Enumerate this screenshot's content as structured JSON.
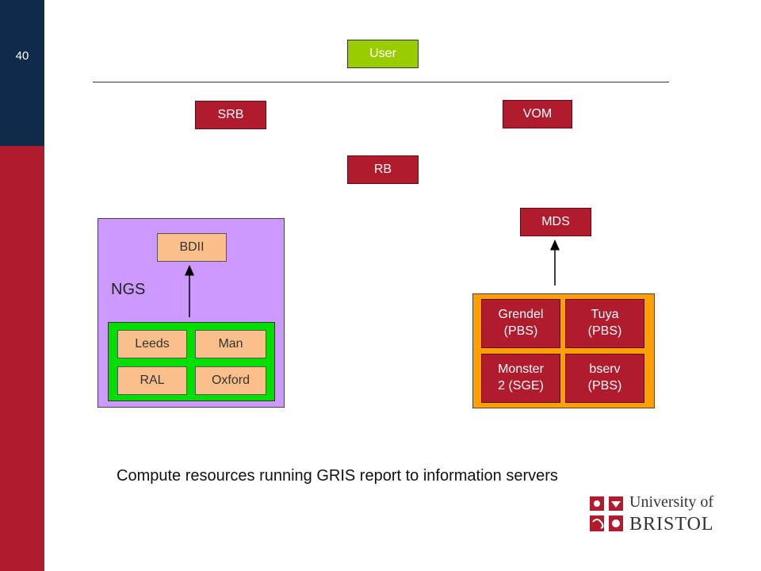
{
  "slide": {
    "page_number": "40"
  },
  "diagram": {
    "user": "User",
    "srb": "SRB",
    "vom": "VOM",
    "rb": "RB",
    "mds": "MDS",
    "ngs": {
      "label": "NGS",
      "bdii": "BDII",
      "sites": [
        "Leeds",
        "Man",
        "RAL",
        "Oxford"
      ]
    },
    "cluster": {
      "nodes": [
        "Grendel\n(PBS)",
        "Tuya\n(PBS)",
        "Monster\n2 (SGE)",
        "bserv\n(PBS)"
      ]
    }
  },
  "caption": "Compute resources running GRIS report to information servers",
  "logo": {
    "line1": "University of",
    "line2": "BRISTOL"
  },
  "colors": {
    "sidebar_top": "#0f2a4a",
    "sidebar_bottom": "#b01c2e",
    "user_box": "#9acd00",
    "node_red": "#b01c2e",
    "ngs_panel": "#cc99ff",
    "ngs_inner": "#00e000",
    "peach": "#fbbf8c",
    "cluster_panel": "#ff9f00"
  }
}
